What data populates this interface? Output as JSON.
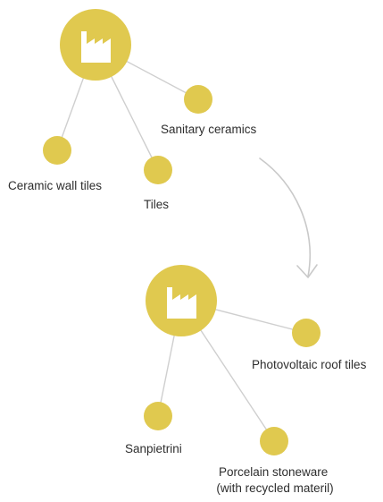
{
  "colors": {
    "node": "#e0c94f",
    "icon": "#ffffff",
    "edge": "#cfcfcf",
    "arrow": "#c9c9c9",
    "text": "#2e2e2e"
  },
  "diagrams": [
    {
      "hub_icon": "factory-icon",
      "children": [
        {
          "id": "sanitary-ceramics",
          "label_lines": [
            "Sanitary ceramics"
          ]
        },
        {
          "id": "ceramic-wall-tiles",
          "label_lines": [
            "Ceramic wall tiles"
          ]
        },
        {
          "id": "tiles",
          "label_lines": [
            "Tiles"
          ]
        }
      ]
    },
    {
      "hub_icon": "factory-icon",
      "children": [
        {
          "id": "photovoltaic-roof-tiles",
          "label_lines": [
            "Photovoltaic roof tiles"
          ]
        },
        {
          "id": "sanpietrini",
          "label_lines": [
            "Sanpietrini"
          ]
        },
        {
          "id": "porcelain-stoneware",
          "label_lines": [
            "Porcelain stoneware",
            "(with recycled materil)"
          ]
        }
      ]
    }
  ],
  "transition_icon": "curved-arrow-icon"
}
